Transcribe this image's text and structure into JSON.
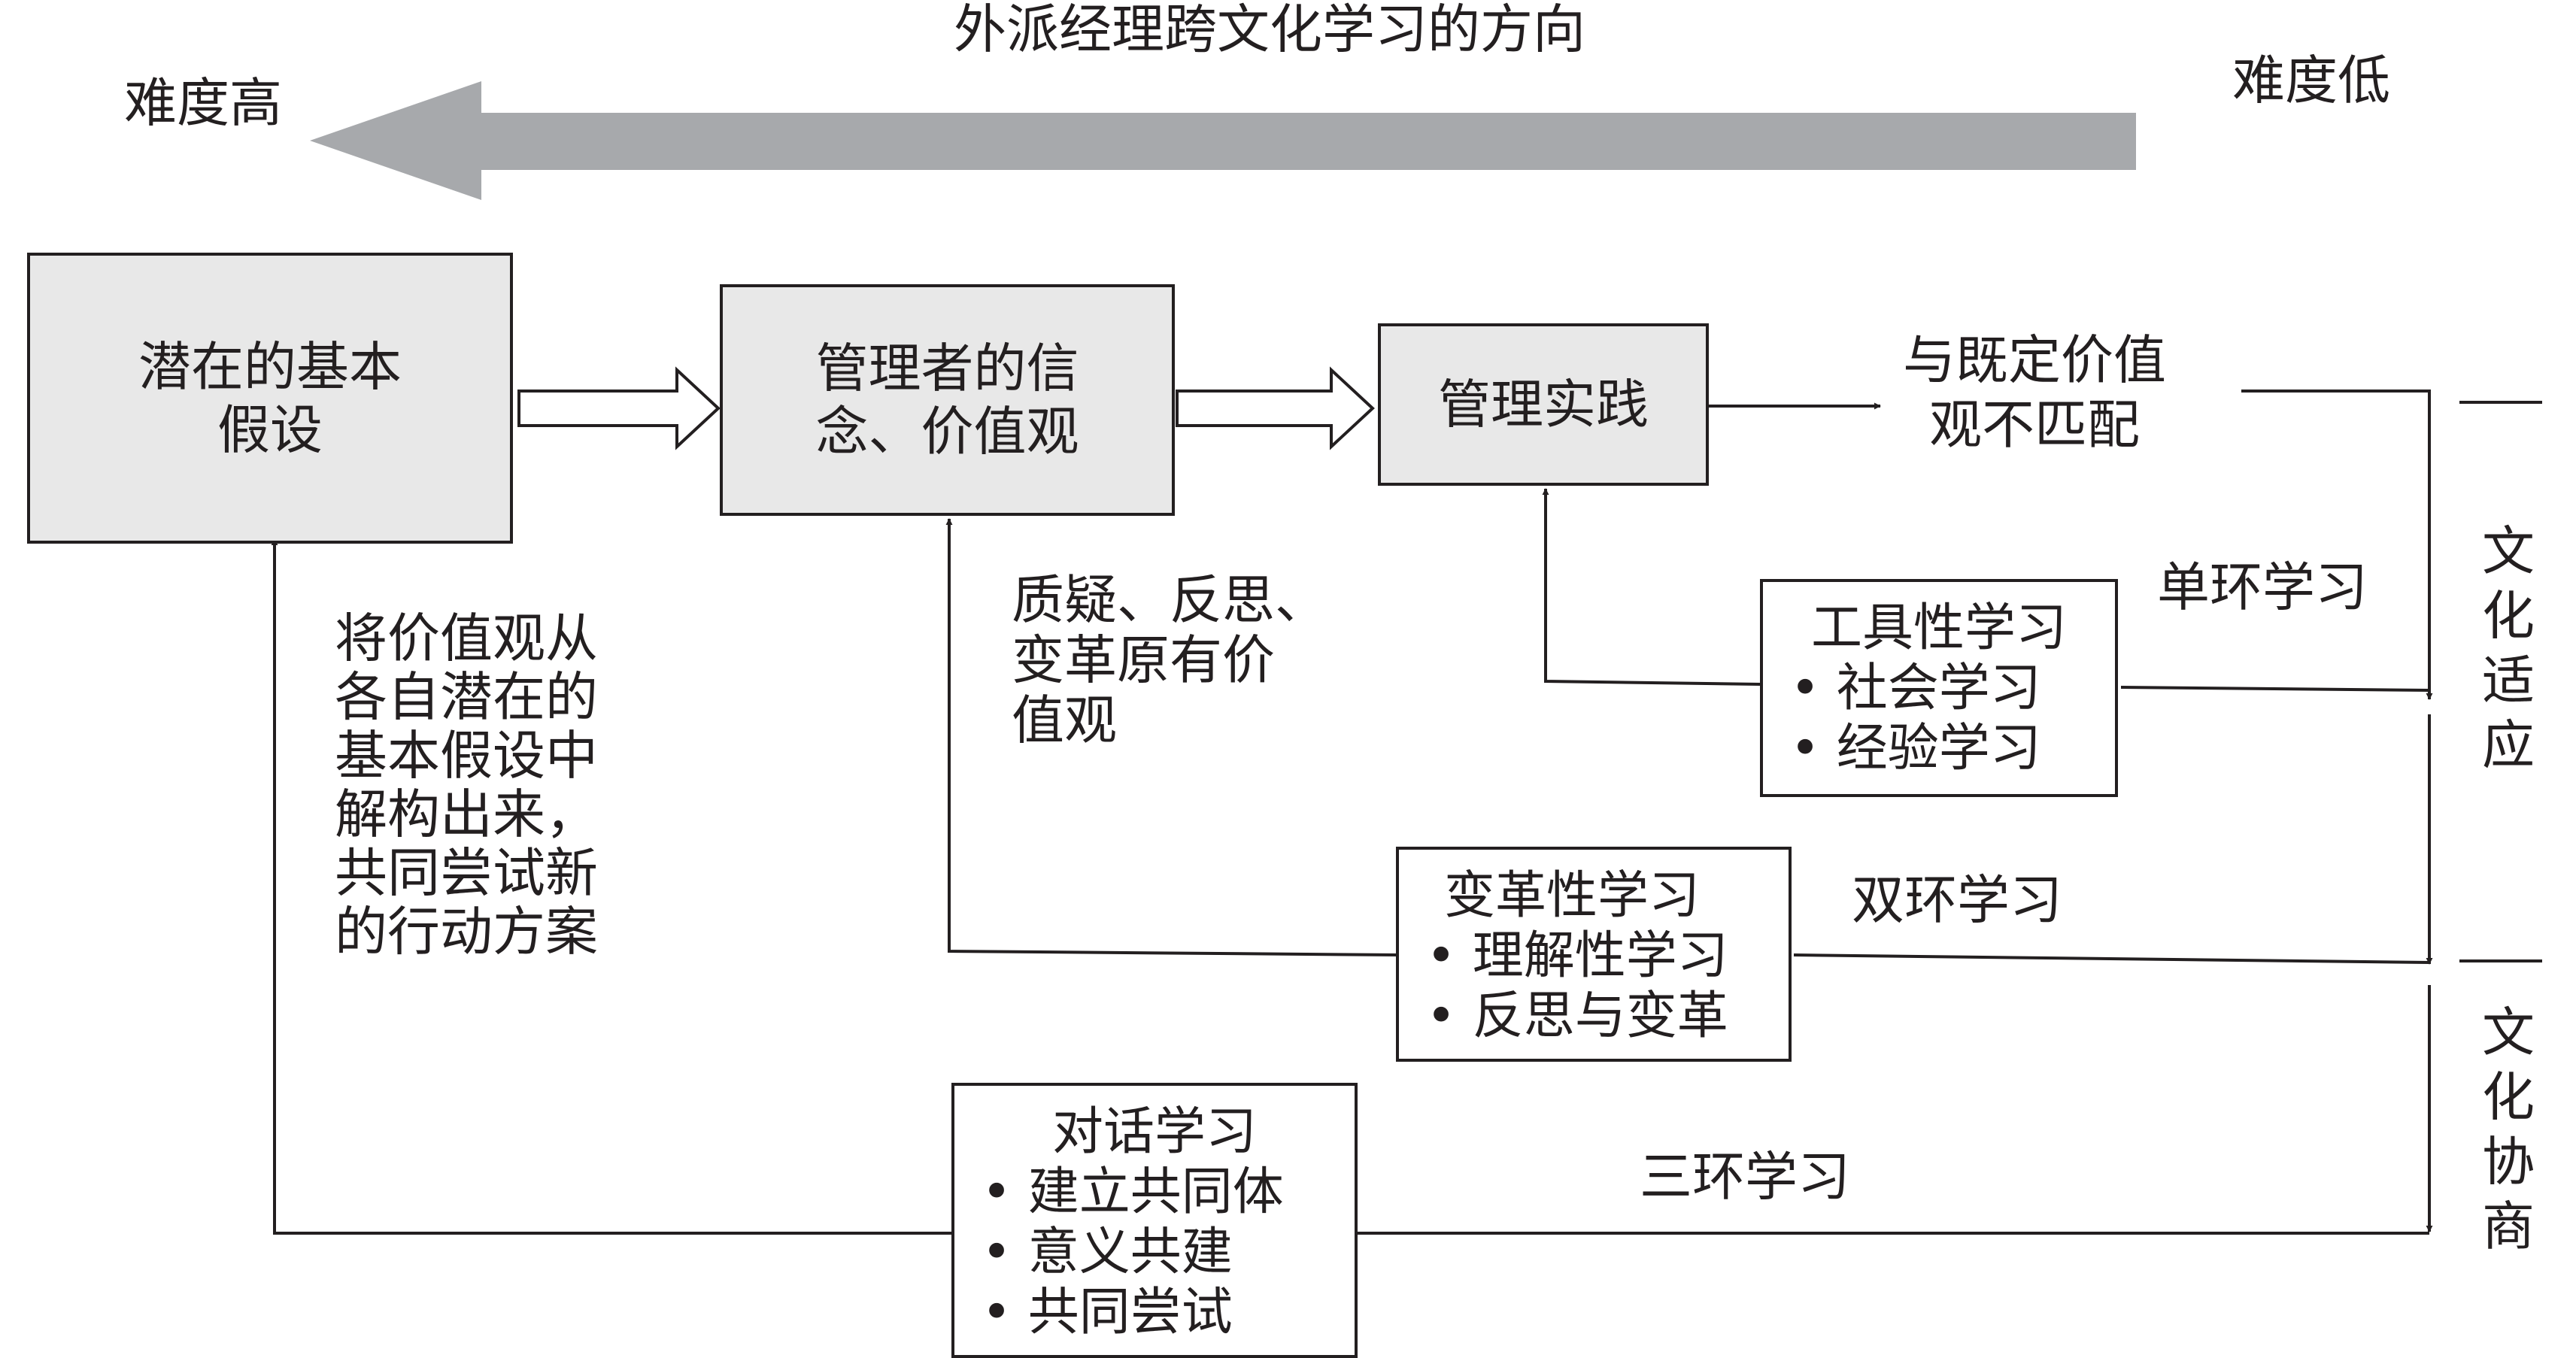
{
  "top": {
    "title": "外派经理跨文化学习的方向",
    "hard": "难度高",
    "easy": "难度低"
  },
  "boxes": {
    "assumptions": [
      "潜在的基本",
      "假设"
    ],
    "beliefs": [
      "管理者的信",
      "念、价值观"
    ],
    "practice": "管理实践",
    "mismatch": [
      "与既定价值",
      "观不匹配"
    ]
  },
  "labels": {
    "deconstruct": [
      "将价值观从",
      "各自潜在的",
      "基本假设中",
      "解构出来，",
      "共同尝试新",
      "的行动方案"
    ],
    "question": [
      "质疑、反思、",
      "变革原有价",
      "值观"
    ],
    "single_loop": "单环学习",
    "double_loop": "双环学习",
    "triple_loop": "三环学习"
  },
  "learning_types": {
    "instrumental": {
      "title": "工具性学习",
      "items": [
        "社会学习",
        "经验学习"
      ]
    },
    "transformative": {
      "title": "变革性学习",
      "items": [
        "理解性学习",
        "反思与变革"
      ]
    },
    "dialogic": {
      "title": "对话学习",
      "items": [
        "建立共同体",
        "意义共建",
        "共同尝试"
      ]
    }
  },
  "side": {
    "adaptation": [
      "文",
      "化",
      "适",
      "应"
    ],
    "negotiation": [
      "文",
      "化",
      "协",
      "商"
    ]
  },
  "colors": {
    "ink": "#231f20",
    "box_fill": "#e8e8e8",
    "big_arrow": "#a7a9ac"
  }
}
